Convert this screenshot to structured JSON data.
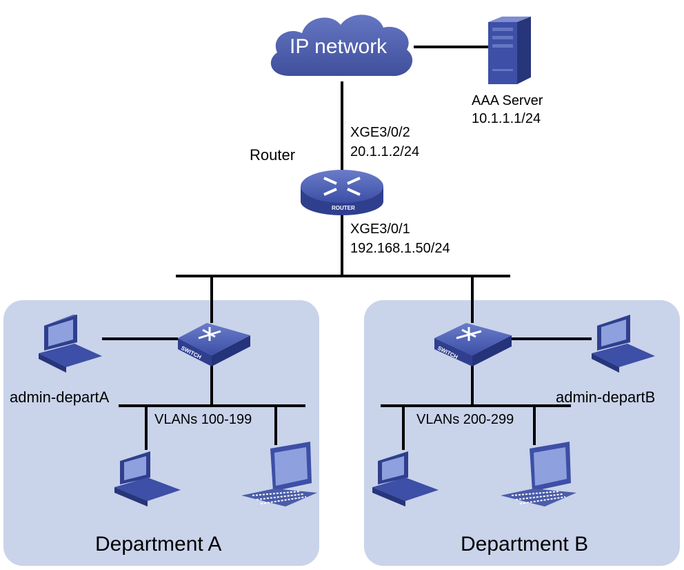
{
  "cloud": {
    "label": "IP network"
  },
  "server": {
    "name": "AAA Server",
    "ip": "10.1.1.1/24"
  },
  "router": {
    "label": "Router",
    "badge": "ROUTER",
    "uplink_port": "XGE3/0/2",
    "uplink_ip": "20.1.1.2/24",
    "downlink_port": "XGE3/0/1",
    "downlink_ip": "192.168.1.50/24"
  },
  "switch_badge": "SWITCH",
  "department_a": {
    "title": "Department A",
    "admin_label": "admin-departA",
    "vlans": "VLANs 100-199"
  },
  "department_b": {
    "title": "Department B",
    "admin_label": "admin-departB",
    "vlans": "VLANs 200-299"
  },
  "colors": {
    "cloud": "#4b5da8",
    "device": "#3d4fa6",
    "department_bg": "#c9d3ea",
    "wire": "#000000"
  }
}
